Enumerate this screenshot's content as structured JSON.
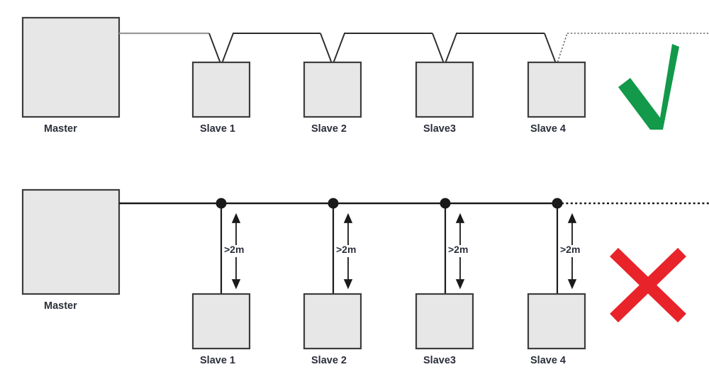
{
  "diagram": {
    "title": "Master-Slave bus wiring: correct daisy-chain vs. incorrect stub drops",
    "colors": {
      "box_fill": "#e7e7e7",
      "box_stroke": "#3d3d3d",
      "line": "#1a1a1a",
      "line_light": "#9a9a9a",
      "label_text": "#2b2f3a",
      "check_green": "#12994a",
      "cross_red": "#e8232a",
      "background": "#ffffff"
    },
    "rows": [
      {
        "id": "correct-row",
        "verdict": "check",
        "verdict_name": "green-check-icon",
        "master": {
          "label": "Master"
        },
        "slaves": [
          {
            "label": "Slave 1"
          },
          {
            "label": "Slave 2"
          },
          {
            "label": "Slave3"
          },
          {
            "label": "Slave 4"
          }
        ],
        "bus_continues": true
      },
      {
        "id": "incorrect-row",
        "verdict": "cross",
        "verdict_name": "red-cross-icon",
        "master": {
          "label": "Master"
        },
        "slaves": [
          {
            "label": "Slave 1",
            "stub_label": ">2m"
          },
          {
            "label": "Slave 2",
            "stub_label": ">2m"
          },
          {
            "label": "Slave3",
            "stub_label": ">2m"
          },
          {
            "label": "Slave 4",
            "stub_label": ">2m"
          }
        ],
        "bus_continues": true
      }
    ],
    "labels": {
      "master": "Master",
      "slave_1": "Slave 1",
      "slave_2": "Slave 2",
      "slave_3": "Slave3",
      "slave_4": "Slave 4",
      "stub_distance": ">2m"
    }
  }
}
